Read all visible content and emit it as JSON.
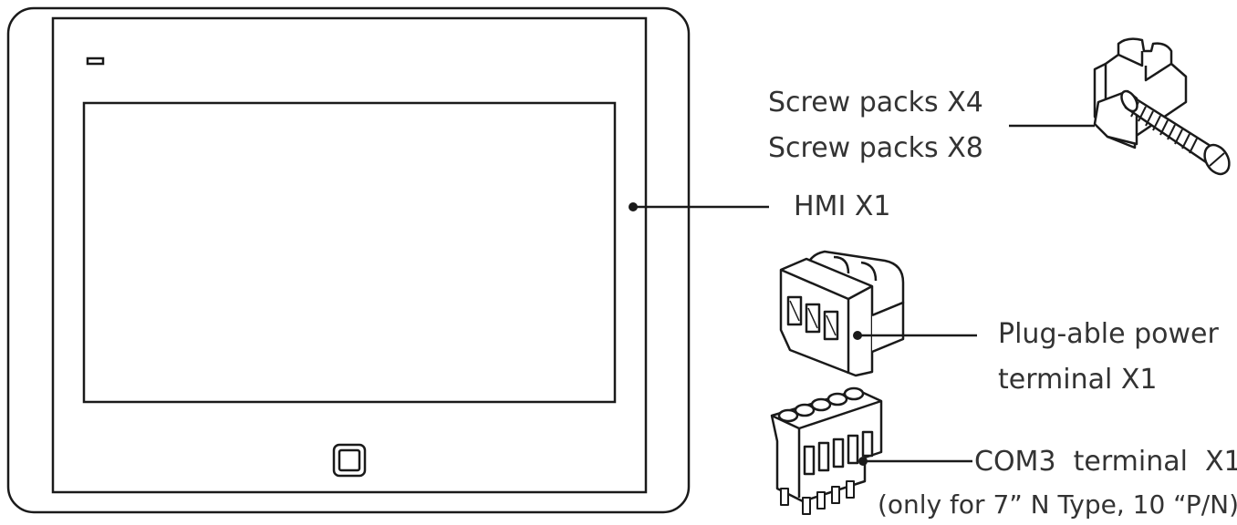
{
  "labels": {
    "screw_packs_x4": "Screw packs X4",
    "screw_packs_x8": "Screw packs X8",
    "hmi": "HMI X1",
    "power_terminal_line1": "Plug-able power",
    "power_terminal_line2": "terminal X1",
    "com3_line1": "COM3  terminal  X1",
    "com3_line2": "(only for 7” N Type, 10 “P/N)"
  },
  "icons": {
    "hmi_panel": "hmi-panel-icon",
    "screw": "screw-bracket-icon",
    "power_terminal": "power-terminal-block-icon",
    "com3_terminal": "com3-terminal-block-icon"
  },
  "colors": {
    "line": "#1a1a1a",
    "text": "#333333"
  }
}
